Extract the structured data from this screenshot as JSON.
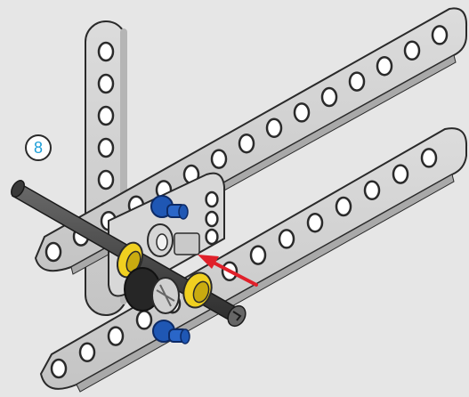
{
  "instruction": {
    "step_number": "8"
  },
  "colors": {
    "background": "#e6e6e6",
    "beam": "#d2d2d2",
    "beam_outline": "#2a2a2a",
    "axle": "#4a4a4a",
    "bushing": "#f0d020",
    "connector_pin": "#1f57b4",
    "black_pin": "#262626",
    "arrow": "#e0202a",
    "step_number": "#1e9fd8"
  },
  "icons": {
    "step_badge": "circle-badge",
    "insert_arrow": "red-arrow-left"
  }
}
